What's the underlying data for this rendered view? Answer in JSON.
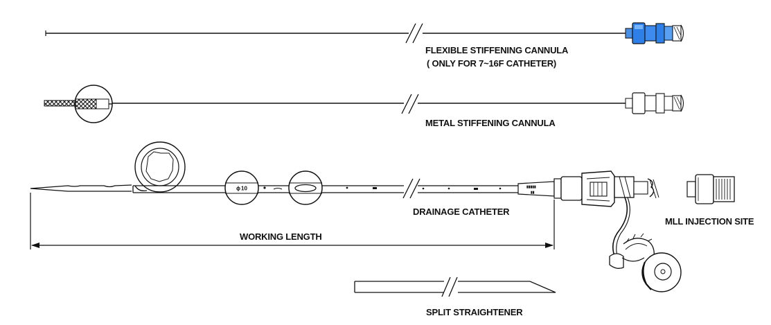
{
  "labels": {
    "flexible_cannula_line1": "FLEXIBLE STIFFENING CANNULA",
    "flexible_cannula_line2": "( ONLY FOR 7~16F CATHETER)",
    "metal_cannula": "METAL STIFFENING CANNULA",
    "drainage_catheter": "DRAINAGE CATHETER",
    "working_length": "WORKING LENGTH",
    "mll_injection_site": "MLL INJECTION SITE",
    "split_straightener": "SPLIT STRAIGHTENER"
  },
  "marker_text": "10",
  "colors": {
    "line": "#111111",
    "hub_blue": "#2f7fe8",
    "hub_blue_light": "#6fb0ff",
    "hub_blue_dark": "#1b5fc4"
  },
  "icons": {
    "break_mark": "double-slash",
    "diameter_symbol": "phi"
  }
}
